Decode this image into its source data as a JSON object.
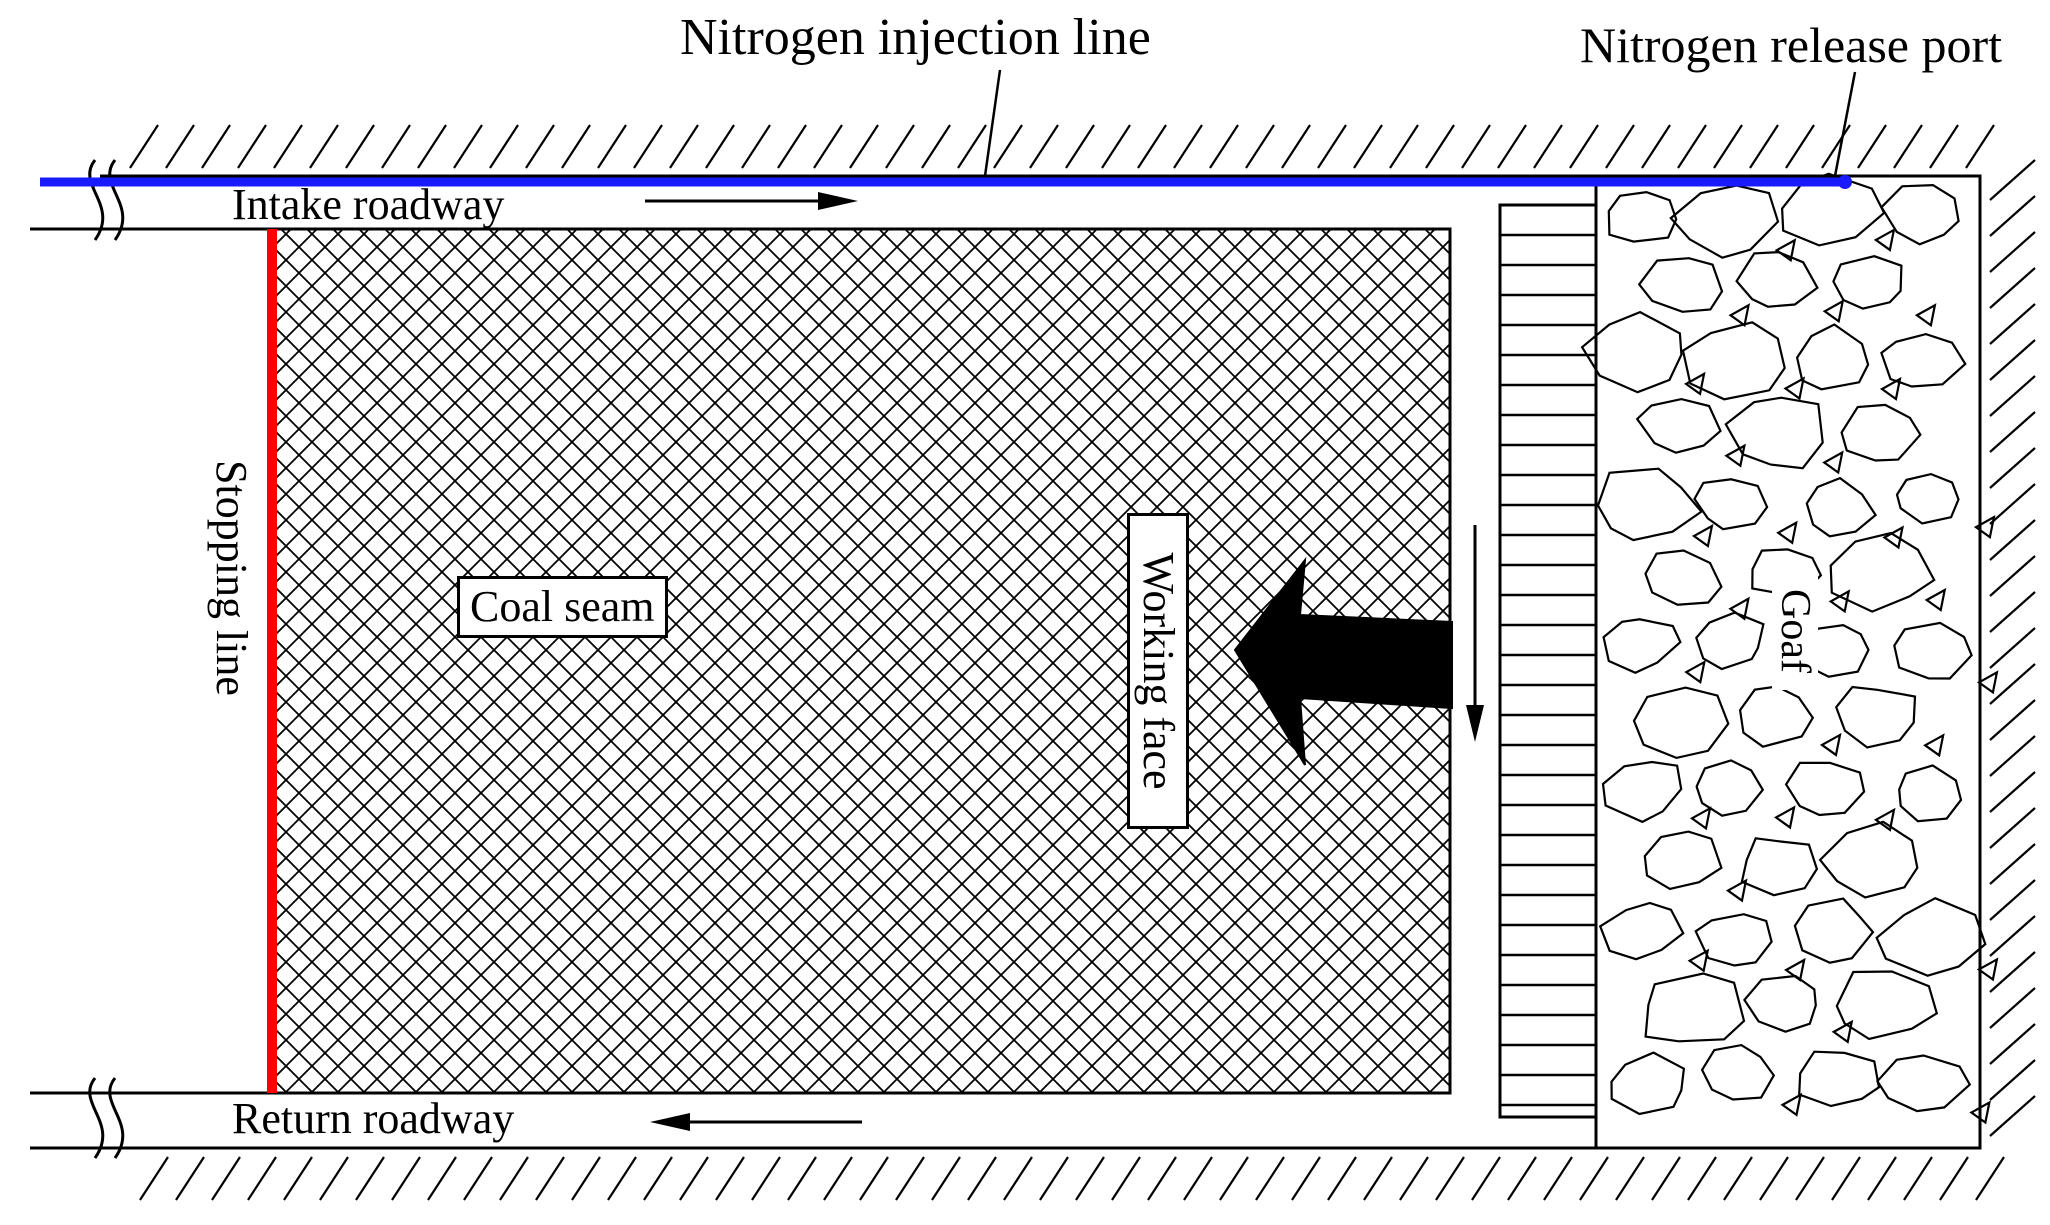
{
  "labels": {
    "nitrogen_injection_line": "Nitrogen injection line",
    "nitrogen_release_port": "Nitrogen release port",
    "intake_roadway": "Intake roadway",
    "return_roadway": "Return  roadway",
    "stopping_line": "Stopping line",
    "coal_seam": "Coal seam",
    "working_face": "Working face",
    "goaf": "Goaf"
  },
  "colors": {
    "nitrogen_line": "#1a1aff",
    "stopping_line": "#ff0000",
    "ink": "#000000"
  }
}
